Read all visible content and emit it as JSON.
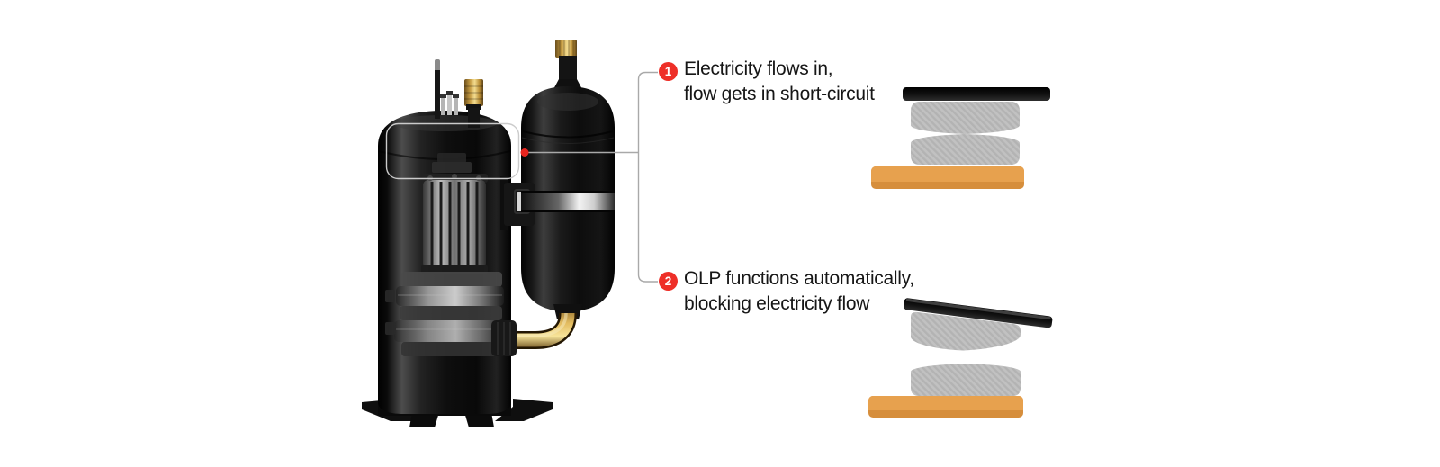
{
  "page": {
    "background": "#ffffff"
  },
  "illustration": {
    "subject": "rotary-compressor-with-accumulator",
    "highlighted_region": "olp-location-upper-shell",
    "marker": "red-callout-point"
  },
  "callouts": [
    {
      "number": "1",
      "line1": "Electricity flows in,",
      "line2": "flow gets in short-circuit"
    },
    {
      "number": "2",
      "line1": "OLP functions automatically,",
      "line2": "blocking electricity flow"
    }
  ],
  "diagrams": [
    {
      "name": "contacts-closed",
      "state": "closed"
    },
    {
      "name": "contacts-open",
      "state": "open"
    }
  ],
  "colors": {
    "page_bg": "#ffffff",
    "badge_red": "#ee2f28",
    "marker_red": "#e8251f",
    "text": "#161616",
    "connector_gray": "#a9a9a9",
    "highlight_box_gray": "#cbcbcb",
    "disc_gray": "#c1c1c1",
    "disc_hatch_gray": "#b3b3b3",
    "contact_bar_black": "#141414",
    "base_orange": "#e7a14e",
    "base_orange_shadow": "#d68e3c"
  }
}
